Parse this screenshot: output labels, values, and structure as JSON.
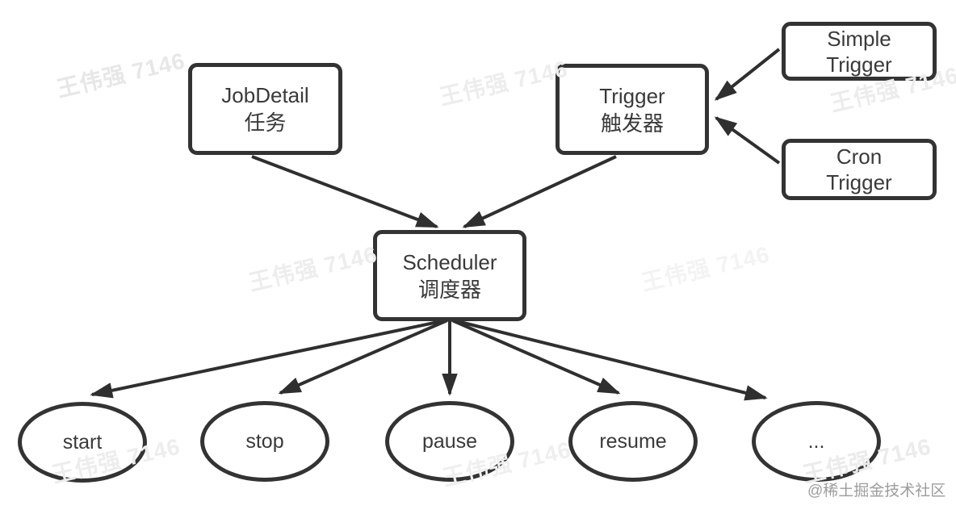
{
  "diagram": {
    "nodes": {
      "jobdetail": {
        "line1": "JobDetail",
        "line2": "任务"
      },
      "trigger": {
        "line1": "Trigger",
        "line2": "触发器"
      },
      "simple_trigger": {
        "line1": "Simple",
        "line2": "Trigger"
      },
      "cron_trigger": {
        "line1": "Cron",
        "line2": "Trigger"
      },
      "scheduler": {
        "line1": "Scheduler",
        "line2": "调度器"
      }
    },
    "methods": [
      "start",
      "stop",
      "pause",
      "resume",
      "..."
    ],
    "edges": [
      "jobdetail -> scheduler",
      "trigger -> scheduler",
      "simple_trigger -> trigger",
      "cron_trigger -> trigger",
      "scheduler -> start",
      "scheduler -> stop",
      "scheduler -> pause",
      "scheduler -> resume",
      "scheduler -> ..."
    ],
    "line_color": "#333333"
  },
  "watermark": {
    "text": "王伟强 7146",
    "color": "#ebebeb"
  },
  "credit": {
    "text": "@稀土掘金技术社区",
    "color": "#9c9c9c"
  }
}
